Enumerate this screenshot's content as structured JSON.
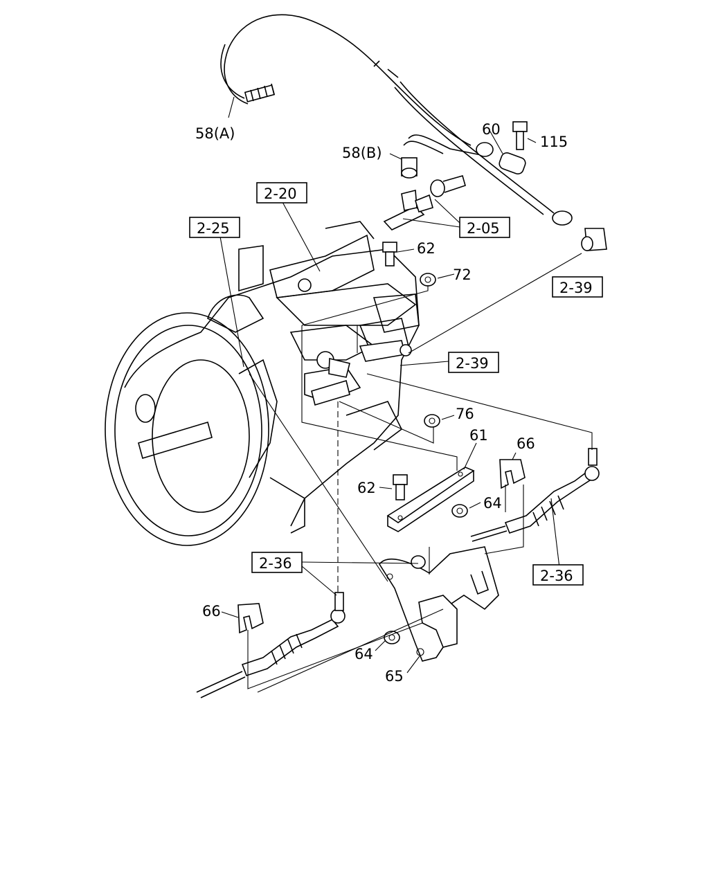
{
  "labels": {
    "p58a": "58(A)",
    "p58b": "58(B)",
    "p60": "60",
    "p115": "115",
    "p62_top": "62",
    "p72": "72",
    "p76": "76",
    "p61": "61",
    "p66_right": "66",
    "p62_mid": "62",
    "p64_mid": "64",
    "p66_left": "66",
    "p64_bottom": "64",
    "p65": "65"
  },
  "refs": {
    "r220": "2-20",
    "r225": "2-25",
    "r205": "2-05",
    "r239_top": "2-39",
    "r239_mid": "2-39",
    "r236_left": "2-36",
    "r236_right": "2-36"
  }
}
